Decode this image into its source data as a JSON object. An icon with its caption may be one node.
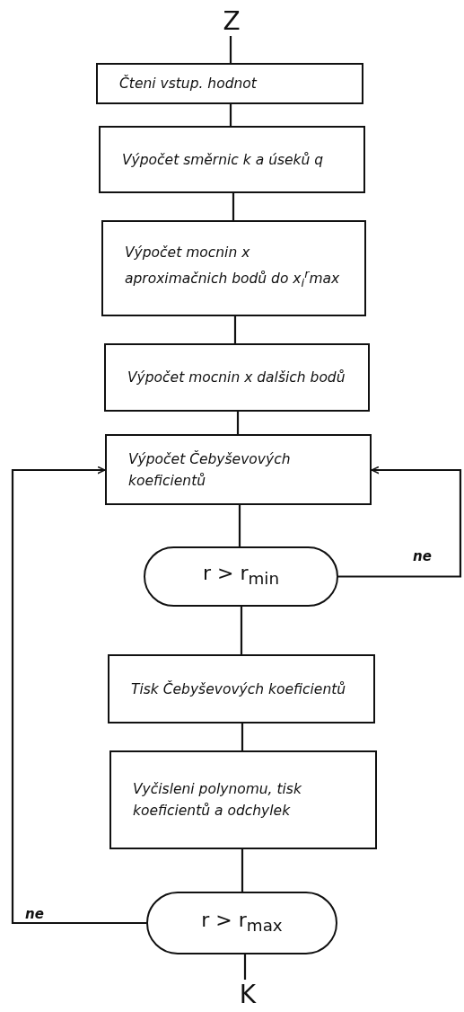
{
  "diagram": {
    "nodes": [
      {
        "text": [
          "Z"
        ]
      },
      {
        "text": [
          "Čteni vstup. hodnot"
        ]
      },
      {
        "text": [
          "Výpočet směrnic k a úseků q"
        ]
      },
      {
        "text": [
          "Výpočet mocnin x aproximačnich bodů do x$_{i}$$^{r}$max"
        ]
      },
      {
        "text": [
          "Výpočet mocnin x dalšich bodů"
        ]
      },
      {
        "text": [
          "Výpočet Čebyševových koeficientů"
        ]
      },
      {
        "text": [
          "r > r$_{min}$"
        ]
      },
      {
        "text": [
          "Tisk Čebyševových koeficientů"
        ]
      },
      {
        "text": [
          "Vyčisleni polynomu, tisk koeficientů a odchylek"
        ]
      },
      {
        "text": [
          "r > r$_{max}$"
        ]
      },
      {
        "text": [
          "K"
        ]
      }
    ],
    "edges": [
      {
        "from": 0,
        "to": 1,
        "arrow": "none"
      },
      {
        "from": 1,
        "to": 2,
        "arrow": "none"
      },
      {
        "from": 2,
        "to": 3,
        "arrow": "none"
      },
      {
        "from": 3,
        "to": 4,
        "arrow": "none"
      },
      {
        "from": 4,
        "to": 5,
        "arrow": "none"
      },
      {
        "from": 5,
        "to": 6,
        "arrow": "none"
      },
      {
        "from": 6,
        "to": 5,
        "arrow": "to",
        "label": "ne"
      },
      {
        "from": 6,
        "to": 7,
        "arrow": "none"
      },
      {
        "from": 7,
        "to": 8,
        "arrow": "none"
      },
      {
        "from": 8,
        "to": 9,
        "arrow": "none"
      },
      {
        "from": 9,
        "to": 5,
        "arrow": "to",
        "label": "ne"
      },
      {
        "from": 9,
        "to": 10,
        "arrow": "none"
      }
    ]
  }
}
